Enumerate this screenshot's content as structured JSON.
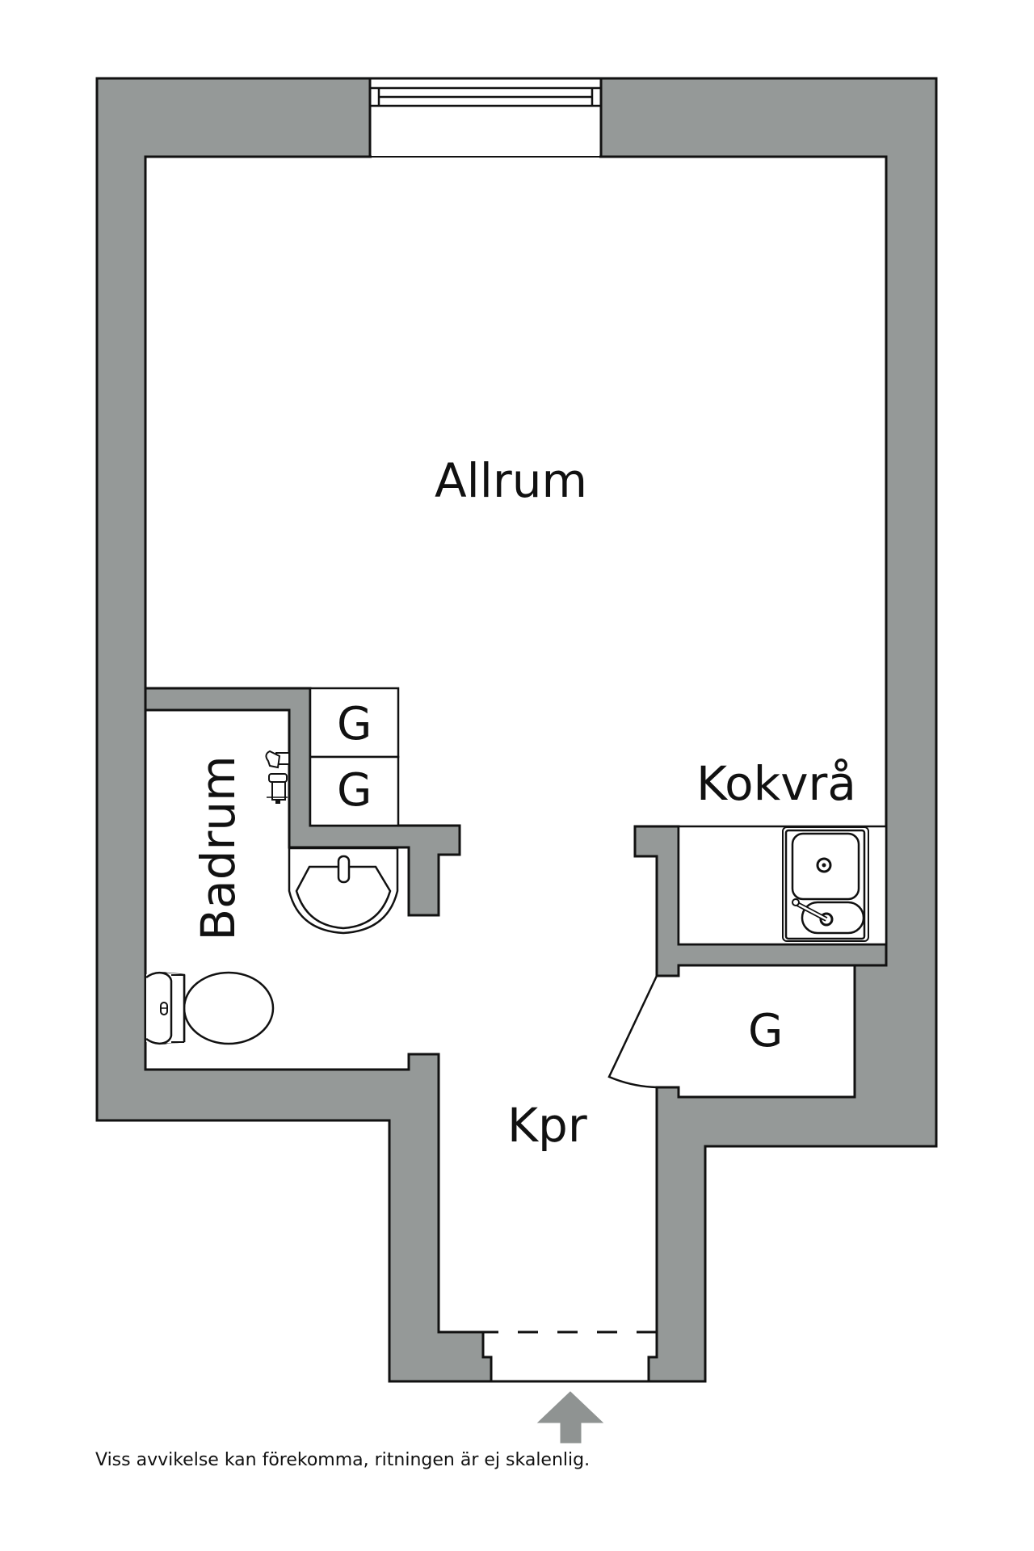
{
  "plan": {
    "rooms": {
      "living_room": "Allrum",
      "bathroom": "Badrum",
      "kitchenette": "Kokvrå",
      "hallway": "Kpr"
    },
    "closets": [
      {
        "label": "G",
        "location": "upper storage box"
      },
      {
        "label": "G",
        "location": "lower storage box"
      },
      {
        "label": "G",
        "location": "hallway closet"
      }
    ],
    "fixtures": [
      "window",
      "shower-mixer",
      "washbasin",
      "toilet",
      "kitchen-sink",
      "entrance-door",
      "closet-door"
    ],
    "entrance_marker": "arrow-up-icon",
    "colors": {
      "wall": "#959998",
      "line": "#111111",
      "floor": "#ffffff"
    }
  },
  "footer": {
    "disclaimer": "Viss avvikelse kan förekomma, ritningen är ej skalenlig."
  }
}
